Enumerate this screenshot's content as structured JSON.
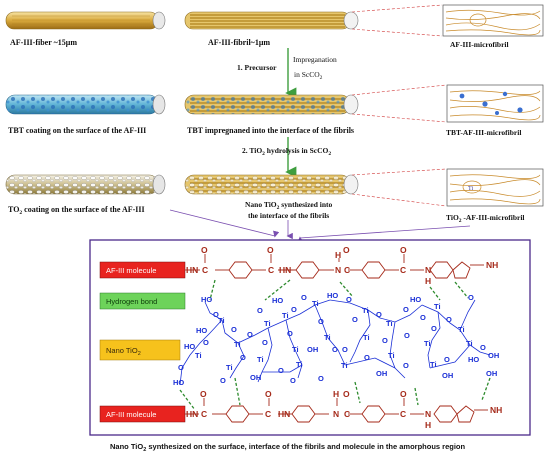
{
  "row1": {
    "fiber_label": "AF-III-fiber ~15μm",
    "fibril_label": "AF-III-fibril~1μm",
    "microfibril_label": "AF-III-microfibril"
  },
  "step1": {
    "label": "1. Precursor",
    "impregnation_line1": "Impreganation",
    "impregnation_line2": "in ScCO",
    "impregnation_sub": "2"
  },
  "row2": {
    "coating_label": "TBT coating on the surface of the AF-III",
    "impregnated_label": "TBT impregnaned into the interface of the fibrils",
    "microfibril_label": "TBT-AF-III-microfibril"
  },
  "step2": {
    "prefix": "2. TiO",
    "sub": "2",
    "suffix": " hydrolysis  in ScCO",
    "sub2": "2"
  },
  "row3": {
    "coating_prefix": "TO",
    "coating_sub": "2",
    "coating_suffix": " coating on the surface of the AF-III",
    "nano_line1_prefix": "Nano TiO",
    "nano_line1_sub": "2",
    "nano_line1_suffix": " synthesized into",
    "nano_line2": "the interface of the fibrils",
    "microfibril_prefix": "TiO",
    "microfibril_sub": "2",
    "microfibril_suffix": " -AF-III-microfibril"
  },
  "legend": {
    "af_molecule": "AF-III molecule",
    "hydrogen_bond": "Hydrogen bond",
    "nano_tio2_prefix": "Nano TiO",
    "nano_tio2_sub": "2",
    "af_molecule_bottom": "AF-III molecule"
  },
  "caption": {
    "prefix": "Nano TiO",
    "sub": "2",
    "suffix": " synthesized on the surface, interface of the fibrils and molecule in the amorphous region"
  },
  "chem": {
    "top_chain": [
      "HN",
      "C",
      "O",
      "C",
      "O",
      "HN",
      "N",
      "H",
      "C",
      "O",
      "C",
      "O",
      "N",
      "H",
      "NH"
    ],
    "bottom_chain": [
      "HN",
      "C",
      "O",
      "C",
      "O",
      "HN",
      "N",
      "H",
      "C",
      "O",
      "C",
      "O",
      "N",
      "H",
      "NH"
    ]
  },
  "colors": {
    "af_molecule_box": "#e8231f",
    "hydrogen_box": "#6dd35a",
    "tio2_box": "#f6c21c",
    "chain_color": "#a52a1a",
    "ti_color": "#1a2fd6",
    "hbond_color": "#2e8b2e",
    "arrow_color": "#3f9e3f",
    "panel_border": "#4a2a8a"
  }
}
